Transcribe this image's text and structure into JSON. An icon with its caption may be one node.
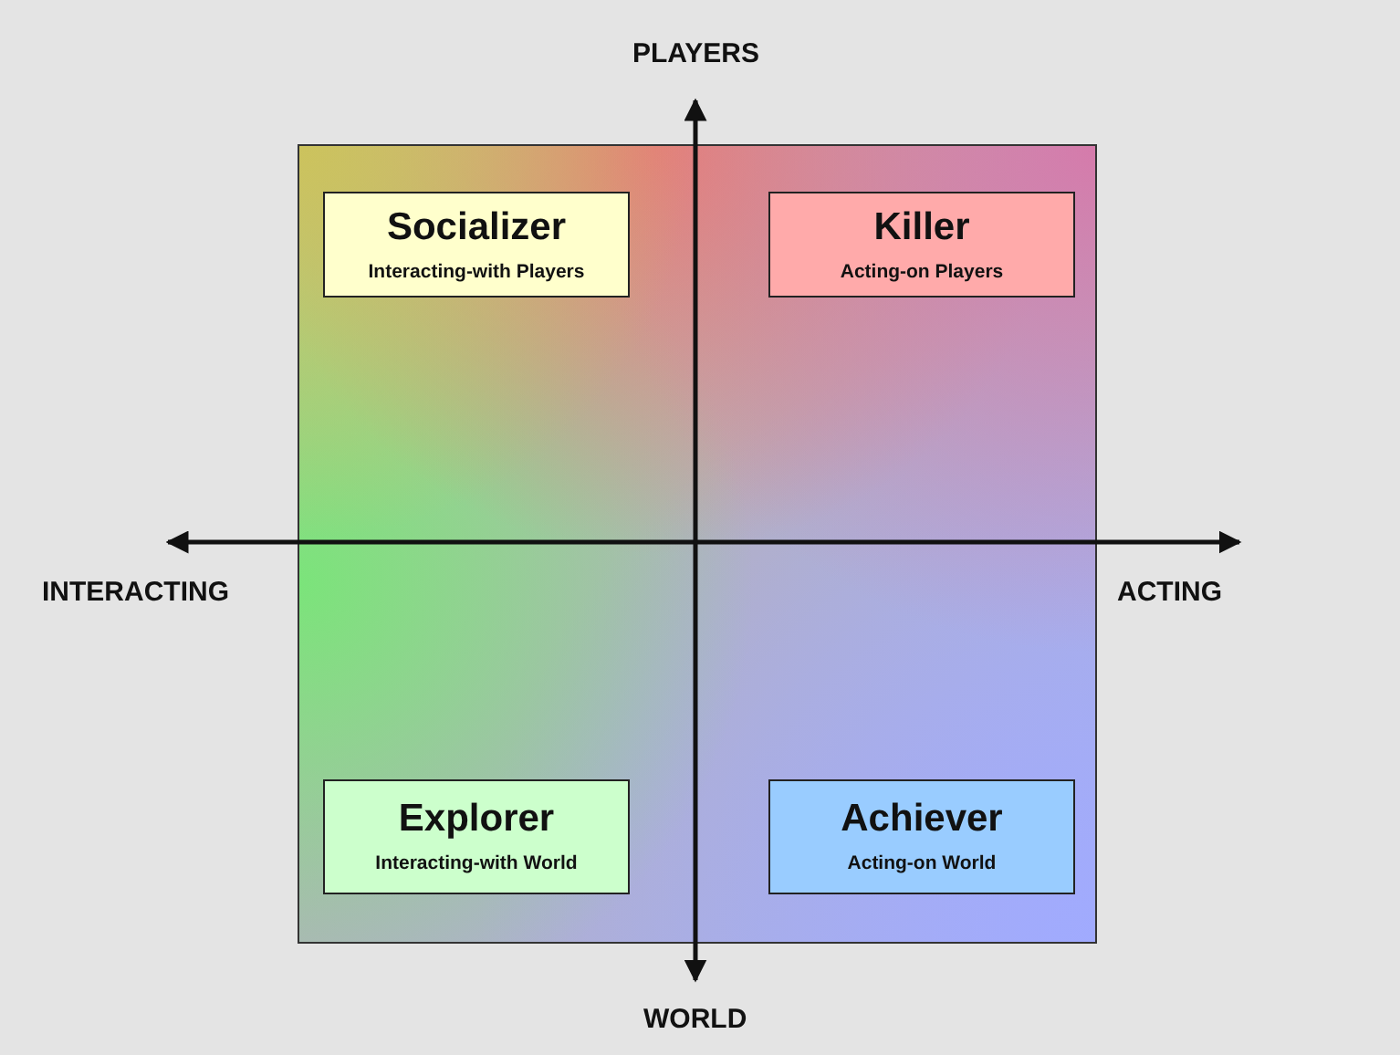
{
  "diagram": {
    "nodes": [
      {
        "text": [
          "Socializer",
          "Interacting-with Players"
        ]
      },
      {
        "text": [
          "Killer",
          "Acting-on Players"
        ]
      },
      {
        "text": [
          "Explorer",
          "Interacting-with World"
        ]
      },
      {
        "text": [
          "Achiever",
          "Acting-on World"
        ]
      }
    ],
    "edges": [],
    "labels": [
      "PLAYERS",
      "INTERACTING",
      "ACTING",
      "WORLD"
    ]
  }
}
